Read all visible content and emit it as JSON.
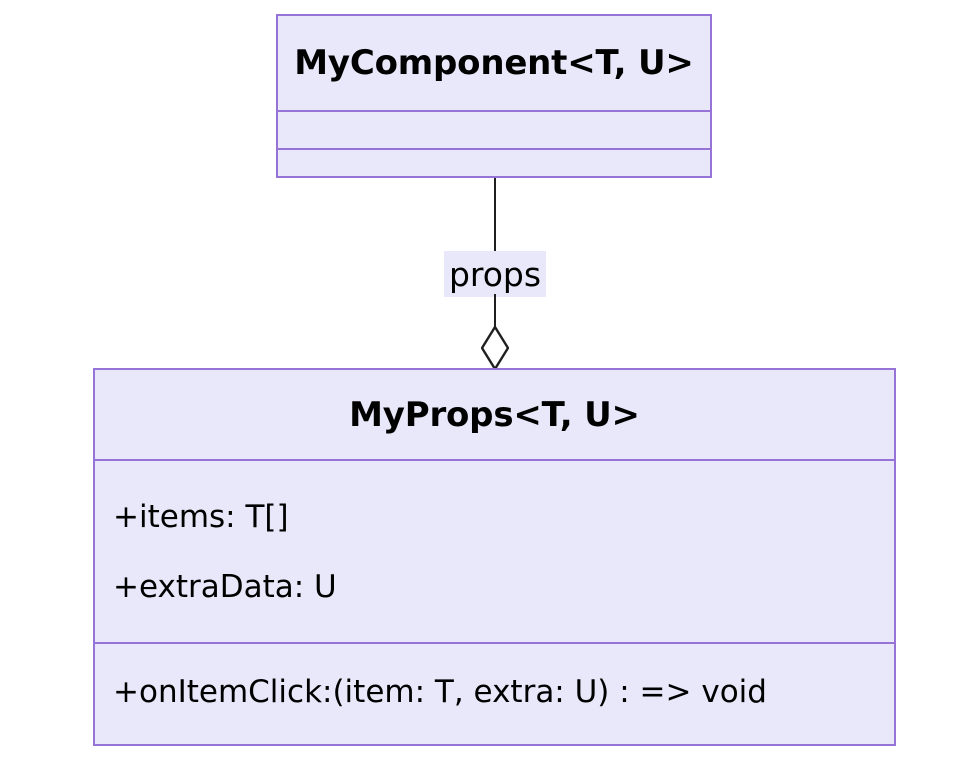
{
  "diagram": {
    "type": "uml-class-diagram",
    "background_color": "#ffffff",
    "class_border_color": "#9673d6",
    "class_fill_color": "#e8e8fa",
    "edge_color": "#1f1f1f",
    "text_color": "#000000"
  },
  "classes": [
    {
      "id": "mycomponent",
      "name": "MyComponent<T, U>",
      "attributes": [],
      "methods": []
    },
    {
      "id": "myprops",
      "name": "MyProps<T, U>",
      "attributes": [
        "+items: T[]",
        "+extraData: U"
      ],
      "methods": [
        "+onItemClick:(item: T, extra: U) : => void"
      ]
    }
  ],
  "relationship": {
    "kind": "aggregation",
    "label": "props",
    "from": "MyComponent<T, U>",
    "to": "MyProps<T, U>",
    "marker": "hollow-diamond"
  }
}
